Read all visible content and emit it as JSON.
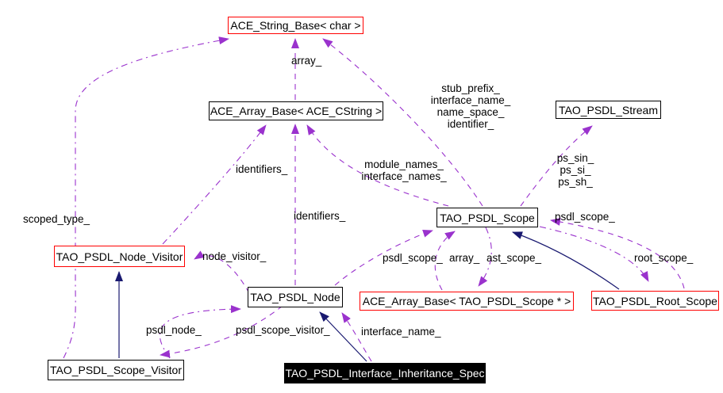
{
  "diagram": {
    "type": "collaboration-graph",
    "colors": {
      "usage_edge": "#9a32cd",
      "inheritance_edge": "#191970",
      "template_node_border": "#ff0000",
      "node_border": "#000000",
      "focus_node_background": "#000000",
      "focus_node_text": "#ffffff",
      "background": "#ffffff"
    },
    "nodes": {
      "ace_string_base": {
        "label": "ACE_String_Base< char >"
      },
      "ace_array_base_cstring": {
        "label": "ACE_Array_Base< ACE_CString >"
      },
      "tao_psdl_stream": {
        "label": "TAO_PSDL_Stream"
      },
      "tao_psdl_scope": {
        "label": "TAO_PSDL_Scope"
      },
      "tao_psdl_node_visitor": {
        "label": "TAO_PSDL_Node_Visitor"
      },
      "tao_psdl_node": {
        "label": "TAO_PSDL_Node"
      },
      "ace_array_base_scope_ptr": {
        "label": "ACE_Array_Base< TAO_PSDL_Scope * >"
      },
      "tao_psdl_root_scope": {
        "label": "TAO_PSDL_Root_Scope"
      },
      "tao_psdl_scope_visitor": {
        "label": "TAO_PSDL_Scope_Visitor"
      },
      "tao_psdl_interface_inheritance_spec": {
        "label": "TAO_PSDL_Interface_Inheritance_Spec"
      }
    },
    "edge_labels": {
      "array_to_string": "array_",
      "stub_block": {
        "l1": "stub_prefix_",
        "l2": "interface_name_",
        "l3": "name_space_",
        "l4": "identifier_"
      },
      "identifiers_from_node_visitor": "identifiers_",
      "identifiers_from_node": "identifiers_",
      "module_block": {
        "l1": "module_names_",
        "l2": "interface_names_"
      },
      "ps_block": {
        "l1": "ps_sin_",
        "l2": "ps_si_",
        "l3": "ps_sh_"
      },
      "scoped_type": "scoped_type_",
      "psdl_scope_right": "psdl_scope_",
      "psdl_scope_left": "psdl_scope_",
      "array_mid": "array_",
      "ast_scope": "ast_scope_",
      "root_scope": "root_scope_",
      "node_visitor": "node_visitor_",
      "psdl_node": "psdl_node_",
      "psdl_scope_visitor": "psdl_scope_visitor_",
      "interface_name": "interface_name_"
    }
  }
}
